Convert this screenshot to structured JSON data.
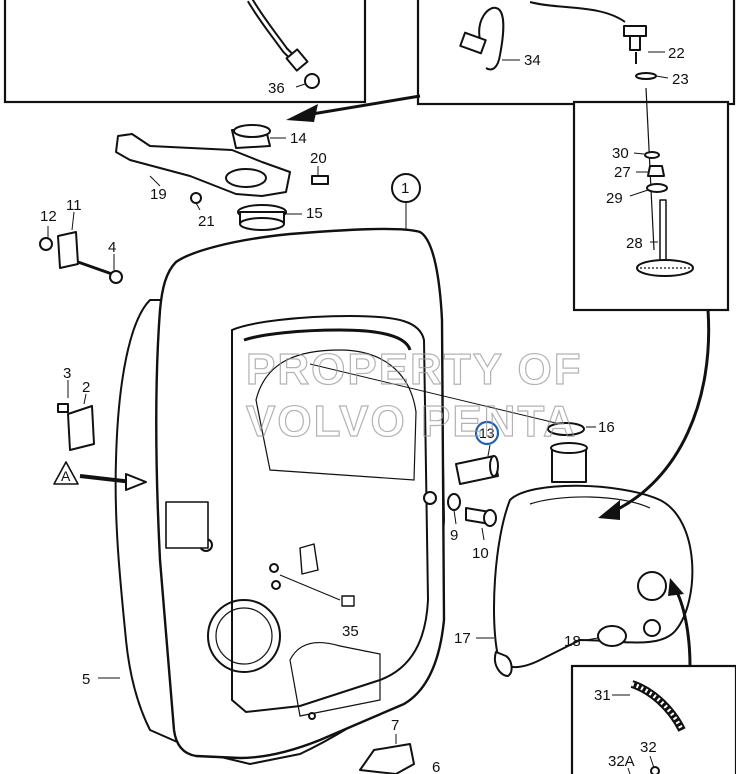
{
  "labels": {
    "p1": "1",
    "p2": "2",
    "p3": "3",
    "p4": "4",
    "p5": "5",
    "p6": "6",
    "p7": "7",
    "p9": "9",
    "p10": "10",
    "p11": "11",
    "p12": "12",
    "p13": "13",
    "p14": "14",
    "p15": "15",
    "p16": "16",
    "p17": "17",
    "p18": "18",
    "p19": "19",
    "p20": "20",
    "p21": "21",
    "p22": "22",
    "p23": "23",
    "p27": "27",
    "p28": "28",
    "p29": "29",
    "p30": "30",
    "p31": "31",
    "p32": "32",
    "p32a": "32A",
    "p34": "34",
    "p35": "35",
    "p36": "36",
    "view_a": "A"
  },
  "watermark": {
    "line1": "PROPERTY OF",
    "line2": "VOLVO PENTA"
  },
  "highlight": {
    "part": "13",
    "color": "#1f5fb4"
  }
}
